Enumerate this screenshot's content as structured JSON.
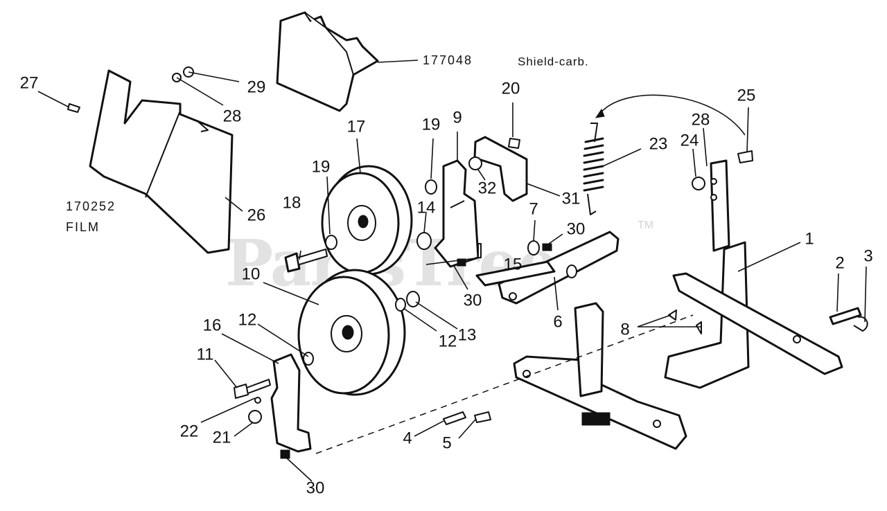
{
  "watermark": {
    "text": "PartsTree",
    "mark": "TM"
  },
  "notes": {
    "shield_part_number": "177048",
    "shield_name": "Shield-carb.",
    "film_part_number": "170252",
    "film_name": "FILM"
  },
  "callouts": {
    "c1": "1",
    "c2": "2",
    "c3": "3",
    "c4": "4",
    "c5": "5",
    "c6": "6",
    "c7": "7",
    "c8": "8",
    "c9": "9",
    "c10": "10",
    "c11": "11",
    "c12a": "12",
    "c12b": "12",
    "c13": "13",
    "c14": "14",
    "c15": "15",
    "c16": "16",
    "c17": "17",
    "c18": "18",
    "c19a": "19",
    "c19b": "19",
    "c20": "20",
    "c21": "21",
    "c22": "22",
    "c23": "23",
    "c24": "24",
    "c25": "25",
    "c26": "26",
    "c27": "27",
    "c28a": "28",
    "c28b": "28",
    "c29": "29",
    "c30a": "30",
    "c30b": "30",
    "c30c": "30",
    "c31": "31",
    "c32": "32"
  }
}
